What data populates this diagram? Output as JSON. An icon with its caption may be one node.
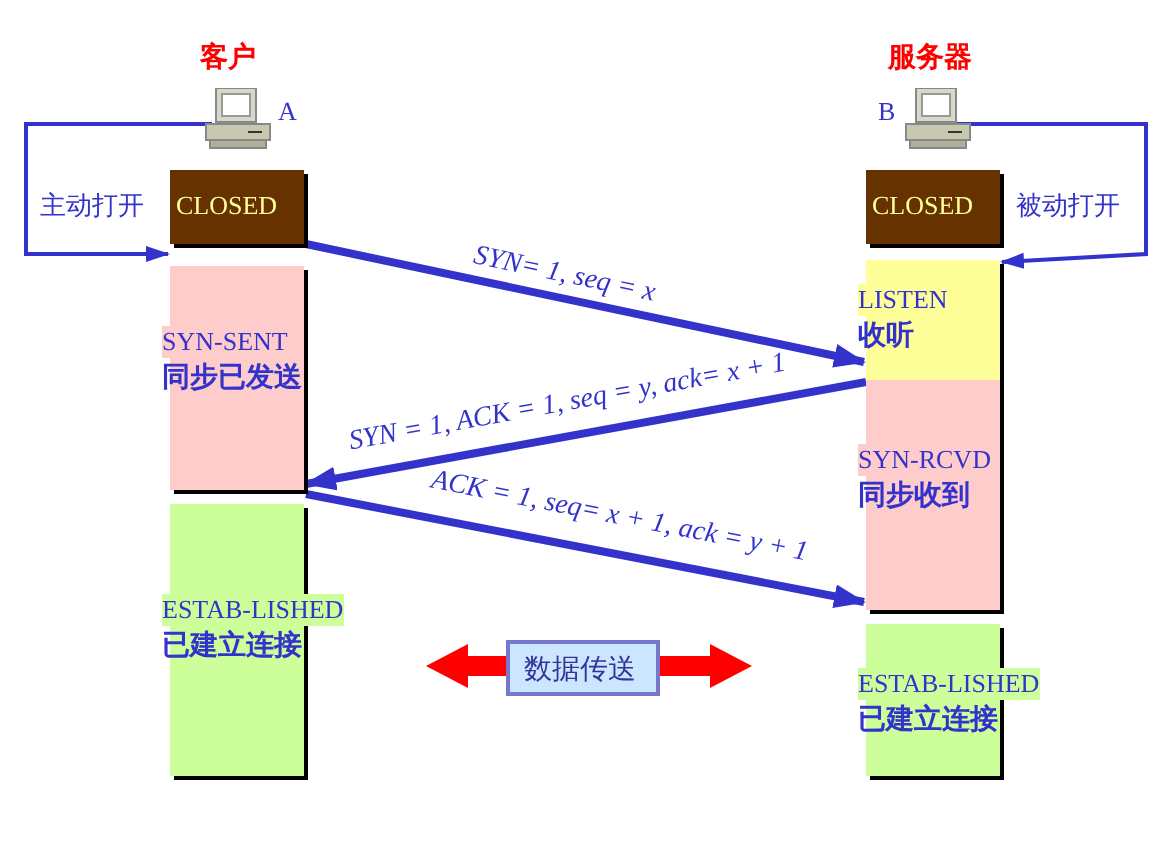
{
  "diagram": {
    "nodes": [
      {
        "text": [
          "客户"
        ],
        "beside": [
          "A"
        ]
      },
      {
        "text": [
          "CLOSED"
        ]
      },
      {
        "text": [
          "SYN-SENT",
          "同步已发送"
        ]
      },
      {
        "text": [
          "ESTAB-LISHED",
          "已建立连接"
        ]
      },
      {
        "text": [
          "服务器"
        ],
        "beside": [
          "B"
        ]
      },
      {
        "text": [
          "CLOSED"
        ]
      },
      {
        "text": [
          "LISTEN",
          "收听"
        ]
      },
      {
        "text": [
          "SYN-RCVD",
          "同步收到"
        ]
      },
      {
        "text": [
          "ESTAB-LISHED",
          "已建立连接"
        ]
      },
      {
        "text": [
          "数据传送"
        ]
      }
    ],
    "edges": [
      {
        "from": 0,
        "to": 2,
        "arrow": "to",
        "label": "主动打开"
      },
      {
        "from": 4,
        "to": 6,
        "arrow": "to",
        "label": "被动打开"
      },
      {
        "from": 1,
        "to": 6,
        "arrow": "to",
        "label": "SYN= 1, seq = x"
      },
      {
        "from": 7,
        "to": 2,
        "arrow": "to",
        "label": "SYN = 1, ACK = 1, seq = y, ack= x + 1"
      },
      {
        "from": 2,
        "to": 7,
        "arrow": "to",
        "label": "ACK = 1, seq= x + 1, ack = y + 1"
      }
    ]
  }
}
